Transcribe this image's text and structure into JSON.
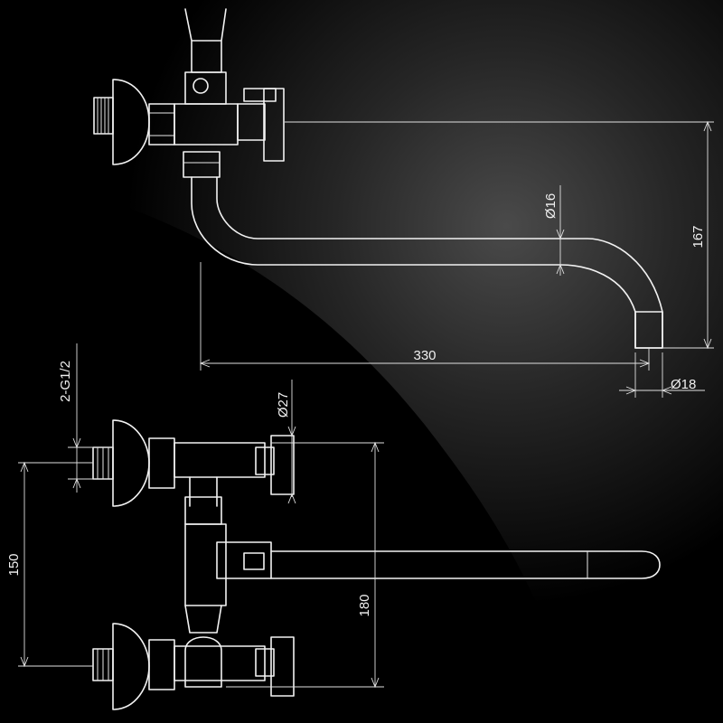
{
  "dimensions": {
    "height_top": "167",
    "diameter_pipe": "Ø16",
    "reach": "330",
    "diameter_outlet": "Ø18",
    "thread": "2-G1/2",
    "diameter_body": "Ø27",
    "center_distance": "150",
    "height_side": "180"
  },
  "colors": {
    "background": "#000000",
    "line": "#f2f2f2",
    "highlight": "#3a3a3a"
  }
}
